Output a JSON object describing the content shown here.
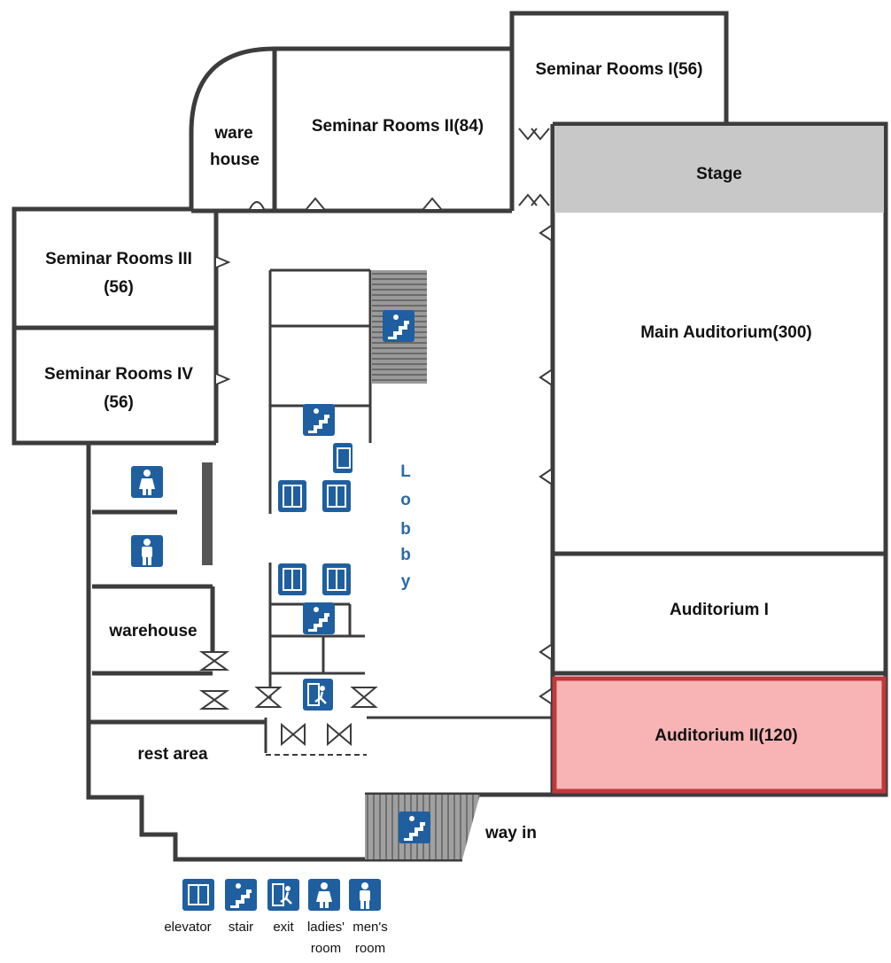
{
  "rooms": {
    "seminar_1": "Seminar Rooms I(56)",
    "seminar_2": "Seminar Rooms II(84)",
    "seminar_3_line1": "Seminar Rooms III",
    "seminar_3_line2": "(56)",
    "seminar_4_line1": "Seminar Rooms IV",
    "seminar_4_line2": "(56)",
    "warehouse_top_line1": "ware",
    "warehouse_top_line2": "house",
    "stage": "Stage",
    "main_auditorium": "Main Auditorium(300)",
    "auditorium_1": "Auditorium I",
    "auditorium_2": "Auditorium II(120)",
    "warehouse": "warehouse",
    "rest_area": "rest area",
    "way_in": "way in",
    "lobby_letters": [
      "L",
      "o",
      "b",
      "b",
      "y"
    ]
  },
  "legend": {
    "elevator": "elevator",
    "stair": "stair",
    "exit": "exit",
    "ladies_line1": "ladies'",
    "ladies_line2": "room",
    "mens_line1": "men's",
    "mens_line2": "room"
  },
  "colors": {
    "icon": "#1f5fa0",
    "highlight_fill": "#f8b4b4",
    "highlight_border": "#c0393b",
    "stage_fill": "#c8c8c8",
    "lobby_text": "#2b6aa8"
  }
}
